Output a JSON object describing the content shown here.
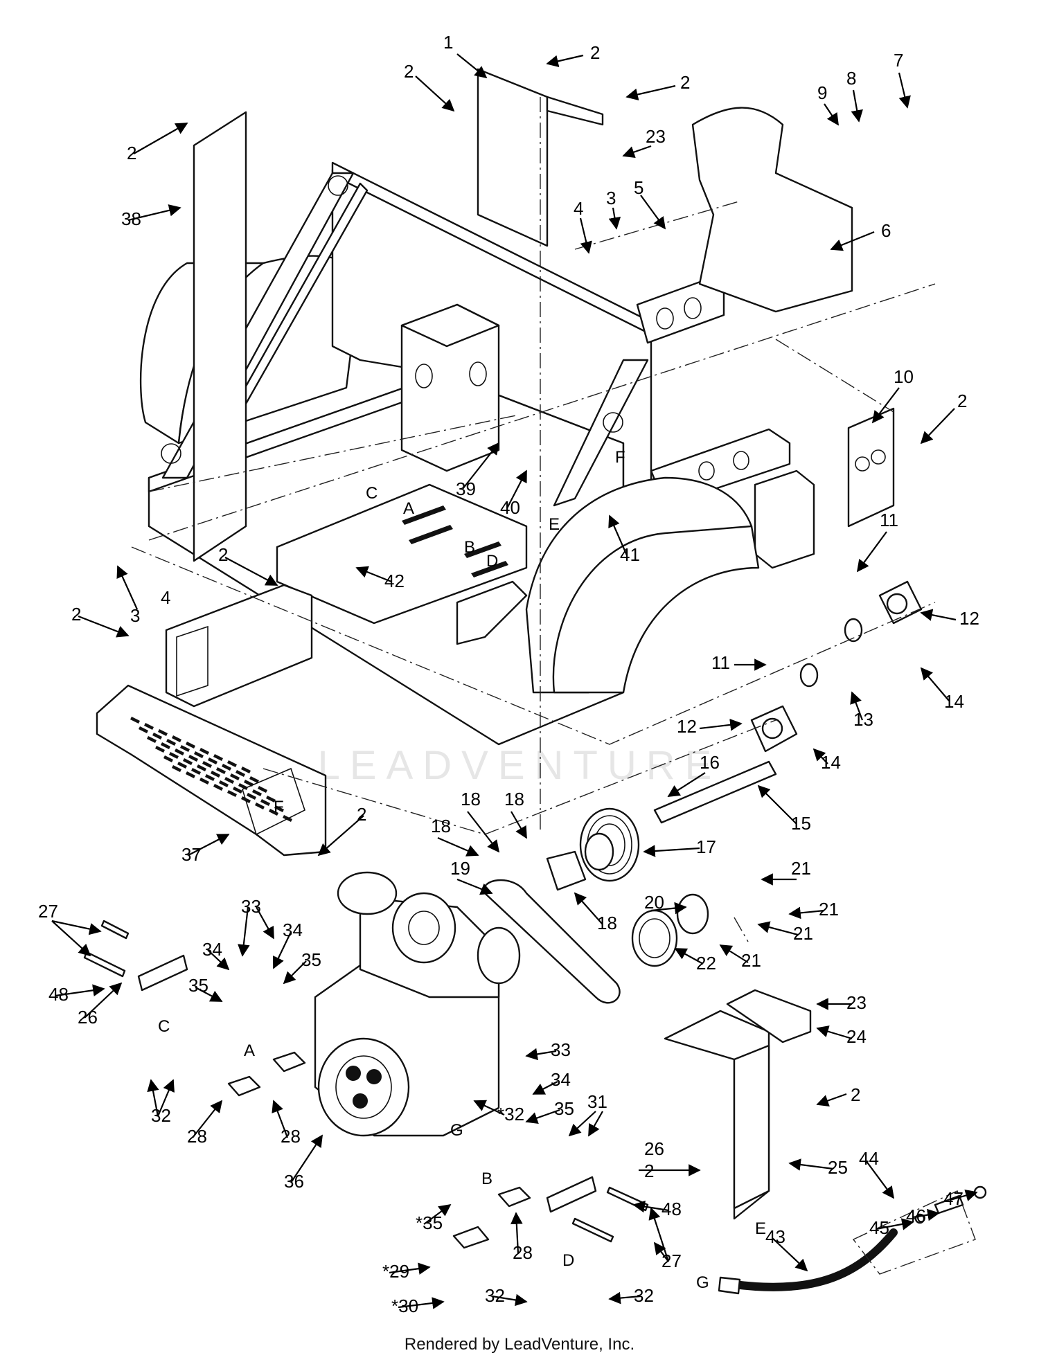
{
  "watermark": "LEADVENTURE",
  "footer": "Rendered by LeadVenture, Inc.",
  "callouts": [
    "1",
    "2",
    "3",
    "4",
    "5",
    "6",
    "7",
    "8",
    "9",
    "10",
    "11",
    "12",
    "13",
    "14",
    "15",
    "16",
    "17",
    "18",
    "19",
    "20",
    "21",
    "22",
    "23",
    "24",
    "25",
    "26",
    "27",
    "28",
    "31",
    "32",
    "33",
    "34",
    "35",
    "36",
    "37",
    "38",
    "39",
    "40",
    "41",
    "42",
    "43",
    "44",
    "45",
    "46",
    "47",
    "48",
    "*29",
    "*30",
    "*32",
    "*35"
  ],
  "reference_letters": [
    "A",
    "B",
    "C",
    "D",
    "E",
    "F",
    "G"
  ],
  "colors": {
    "ink": "#111111",
    "background": "#ffffff",
    "watermark": "#e6e6e6"
  }
}
